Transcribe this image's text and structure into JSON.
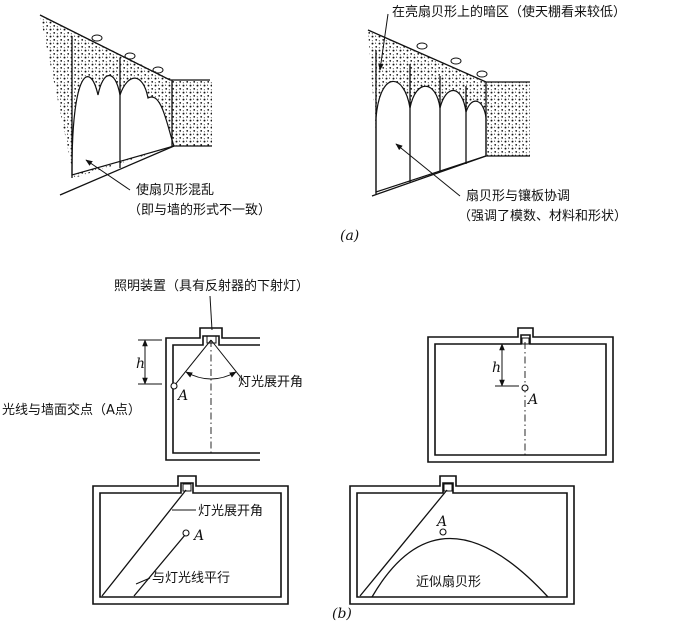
{
  "labels": {
    "a_note_right": "在亮扇贝形上的暗区（使天棚看来较低）",
    "a_note_left_1": "使扇贝形混乱",
    "a_note_left_2": "（即与墙的形式不一致）",
    "a_note_mid_1": "扇贝形与镶板协调",
    "a_note_mid_2": "（强调了模数、材料和形状）",
    "caption_a": "(a)",
    "b_fixture": "照明装置（具有反射器的下射灯）",
    "b_spread_1": "灯光展开角",
    "b_intersect": "光线与墙面交点（A点）",
    "b_spread_2": "灯光展开角",
    "b_parallel": "与灯光线平行",
    "b_scallop": "近似扇贝形",
    "caption_b": "(b)",
    "point_a1": "A",
    "point_a2": "A",
    "point_a3": "A",
    "point_a4": "A",
    "h1": "h",
    "h2": "h"
  },
  "colors": {
    "ink": "#111111",
    "background": "#ffffff"
  }
}
